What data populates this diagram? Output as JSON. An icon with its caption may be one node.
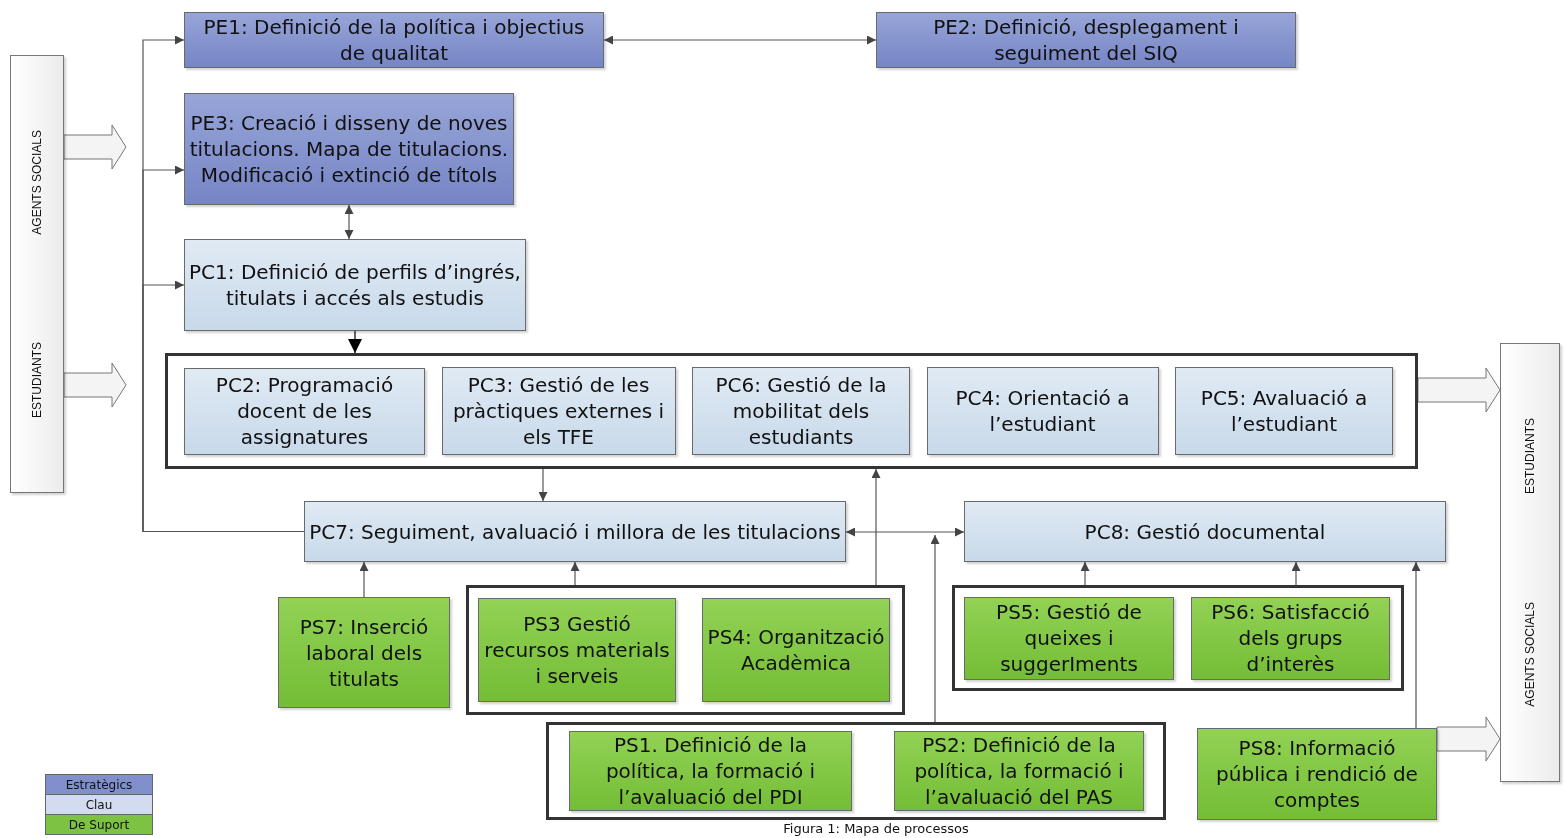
{
  "diagram": {
    "caption": "Figura 1: Mapa de processos",
    "nodes": [
      {
        "text": [
          "AGENTS SOCIALS",
          "ESTUDIANTS"
        ]
      },
      {
        "text": [
          "PE1: Definició de la política i objectius de qualitat"
        ]
      },
      {
        "text": [
          "PE2: Definició, desplegament i seguiment del SIQ"
        ]
      },
      {
        "text": [
          "PE3: Creació i disseny de noves titulacions. Mapa de titulacions. Modificació i extinció de títols"
        ]
      },
      {
        "text": [
          "PC1: Definició de perfils d’ingrés, titulats i accés als estudis"
        ]
      },
      {
        "text": [],
        "shape": "box"
      },
      {
        "text": [
          "PC2: Programació docent de les assignatures"
        ],
        "in": 5
      },
      {
        "text": [
          "PC3: Gestió de les pràctiques externes i els TFE"
        ],
        "in": 5
      },
      {
        "text": [
          "PC6: Gestió de la mobilitat dels estudiants"
        ],
        "in": 5
      },
      {
        "text": [
          "PC4: Orientació a l’estudiant"
        ],
        "in": 5
      },
      {
        "text": [
          "PC5: Avaluació a l’estudiant"
        ],
        "in": 5
      },
      {
        "text": [
          "ESTUDIANTS",
          "AGENTS SOCIALS"
        ]
      },
      {
        "text": [
          "PC7: Seguiment, avaluació i millora de les titulacions"
        ]
      },
      {
        "text": [
          "PC8: Gestió documental"
        ]
      },
      {
        "text": [
          "PS7: Inserció laboral dels titulats"
        ]
      },
      {
        "text": [],
        "shape": "box"
      },
      {
        "text": [
          "PS3 Gestió recursos materials i serveis"
        ],
        "in": 15
      },
      {
        "text": [
          "PS4: Organització Acadèmica"
        ],
        "in": 15
      },
      {
        "text": [],
        "shape": "box"
      },
      {
        "text": [
          "PS5: Gestió de queixes i suggerIments"
        ],
        "in": 18
      },
      {
        "text": [
          "PS6: Satisfacció dels grups d’interès"
        ],
        "in": 18
      },
      {
        "text": [],
        "shape": "box"
      },
      {
        "text": [
          "PS1. Definició de la política, la formació i l’avaluació del PDI"
        ],
        "in": 21
      },
      {
        "text": [
          "PS2: Definició de la política, la formació i l’avaluació del PAS"
        ],
        "in": 21
      },
      {
        "text": [
          "PS8: Informació pública i rendició de comptes"
        ]
      }
    ],
    "edges": [
      {
        "from": 1,
        "to": 2,
        "arrow": "both"
      },
      {
        "from": 3,
        "to": 4,
        "arrow": "both"
      },
      {
        "from": 4,
        "to": 5,
        "arrow": "to",
        "color": "#000000"
      },
      {
        "from": 5,
        "to": 12,
        "arrow": "to"
      },
      {
        "from": 12,
        "to": 1,
        "arrow": "to"
      },
      {
        "from": 12,
        "to": 3,
        "arrow": "to"
      },
      {
        "from": 12,
        "to": 4,
        "arrow": "to"
      },
      {
        "from": 15,
        "to": 5,
        "arrow": "to"
      },
      {
        "from": 12,
        "to": 13,
        "arrow": "both"
      },
      {
        "from": 21,
        "to": 13,
        "arrow": "to"
      },
      {
        "from": 14,
        "to": 12,
        "arrow": "to"
      },
      {
        "from": 16,
        "to": 12,
        "arrow": "to"
      },
      {
        "from": 18,
        "to": 13,
        "arrow": "to"
      },
      {
        "from": 18,
        "to": 13,
        "arrow": "to"
      },
      {
        "from": 24,
        "to": 13,
        "arrow": "to"
      },
      {
        "from": 0,
        "to": null,
        "arrow": "to",
        "style": "thick"
      },
      {
        "from": 0,
        "to": null,
        "arrow": "to",
        "style": "thick"
      },
      {
        "from": 5,
        "to": 11,
        "arrow": "to",
        "style": "thick"
      },
      {
        "from": 24,
        "to": 11,
        "arrow": "to",
        "style": "thick"
      }
    ],
    "legend": [
      {
        "text": "Estratègics",
        "color": "#8190cc"
      },
      {
        "text": "Clau",
        "color": "#d3dcee"
      },
      {
        "text": "De Suport",
        "color": "#7dc242"
      }
    ]
  }
}
